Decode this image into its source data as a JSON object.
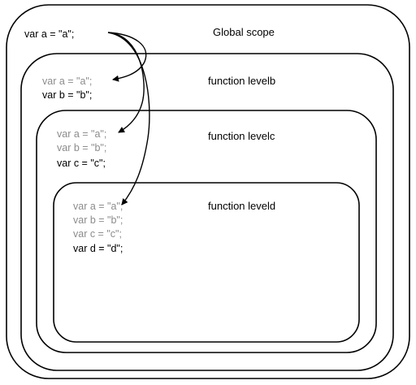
{
  "scopes": {
    "global": {
      "title": "Global scope",
      "lines": [
        {
          "text": "var a = \"a\";",
          "state": "active"
        }
      ]
    },
    "levelb": {
      "title": "function levelb",
      "lines": [
        {
          "text": "var a = \"a\";",
          "state": "inherited"
        },
        {
          "text": "var b = \"b\";",
          "state": "active"
        }
      ]
    },
    "levelc": {
      "title": "function levelc",
      "lines": [
        {
          "text": "var a = \"a\";",
          "state": "inherited"
        },
        {
          "text": "var b = \"b\";",
          "state": "inherited"
        },
        {
          "text": "var c = \"c\";",
          "state": "active"
        }
      ]
    },
    "leveld": {
      "title": "function leveld",
      "lines": [
        {
          "text": "var a = \"a\";",
          "state": "inherited"
        },
        {
          "text": "var b = \"b\";",
          "state": "inherited"
        },
        {
          "text": "var c = \"c\";",
          "state": "inherited"
        },
        {
          "text": "var d = \"d\";",
          "state": "active"
        }
      ]
    }
  },
  "colors": {
    "active_text": "#000000",
    "inherited_text": "#8c8c8c",
    "border": "#000000"
  }
}
